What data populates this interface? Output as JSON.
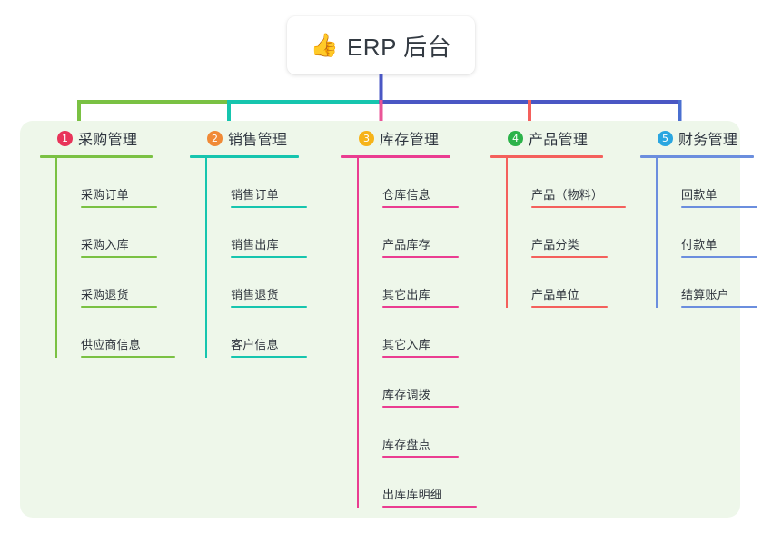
{
  "diagram": {
    "type": "mind-map",
    "root": {
      "icon": "thumbs-up-icon",
      "emoji": "👍",
      "label": "ERP 后台"
    },
    "panel_color": "#eef7ea",
    "connector_colors": {
      "stem": "#4a57c4",
      "bar_green": "#7ac143",
      "bar_teal": "#16c5ae",
      "bar_blue": "#4a57c4",
      "drop_1": "#7ac143",
      "drop_2": "#16c5ae",
      "drop_3": "#ea5597",
      "drop_4": "#f4605c",
      "drop_5": "#4a6fd0"
    },
    "branches": [
      {
        "number": "1",
        "label": "采购管理",
        "badge_color": "#e8345a",
        "line_color": "#7ac143",
        "items": [
          "采购订单",
          "采购入库",
          "采购退货",
          "供应商信息"
        ]
      },
      {
        "number": "2",
        "label": "销售管理",
        "badge_color": "#f08a36",
        "line_color": "#16c5ae",
        "items": [
          "销售订单",
          "销售出库",
          "销售退货",
          "客户信息"
        ]
      },
      {
        "number": "3",
        "label": "库存管理",
        "badge_color": "#f6b319",
        "line_color": "#ea3d91",
        "items": [
          "仓库信息",
          "产品库存",
          "其它出库",
          "其它入库",
          "库存调拨",
          "库存盘点",
          "出库库明细"
        ]
      },
      {
        "number": "4",
        "label": "产品管理",
        "badge_color": "#2cb34a",
        "line_color": "#f4605c",
        "items": [
          "产品（物料）",
          "产品分类",
          "产品单位"
        ]
      },
      {
        "number": "5",
        "label": "财务管理",
        "badge_color": "#2aa6e0",
        "line_color": "#6b8ede",
        "items": [
          "回款单",
          "付款单",
          "结算账户"
        ]
      }
    ]
  }
}
